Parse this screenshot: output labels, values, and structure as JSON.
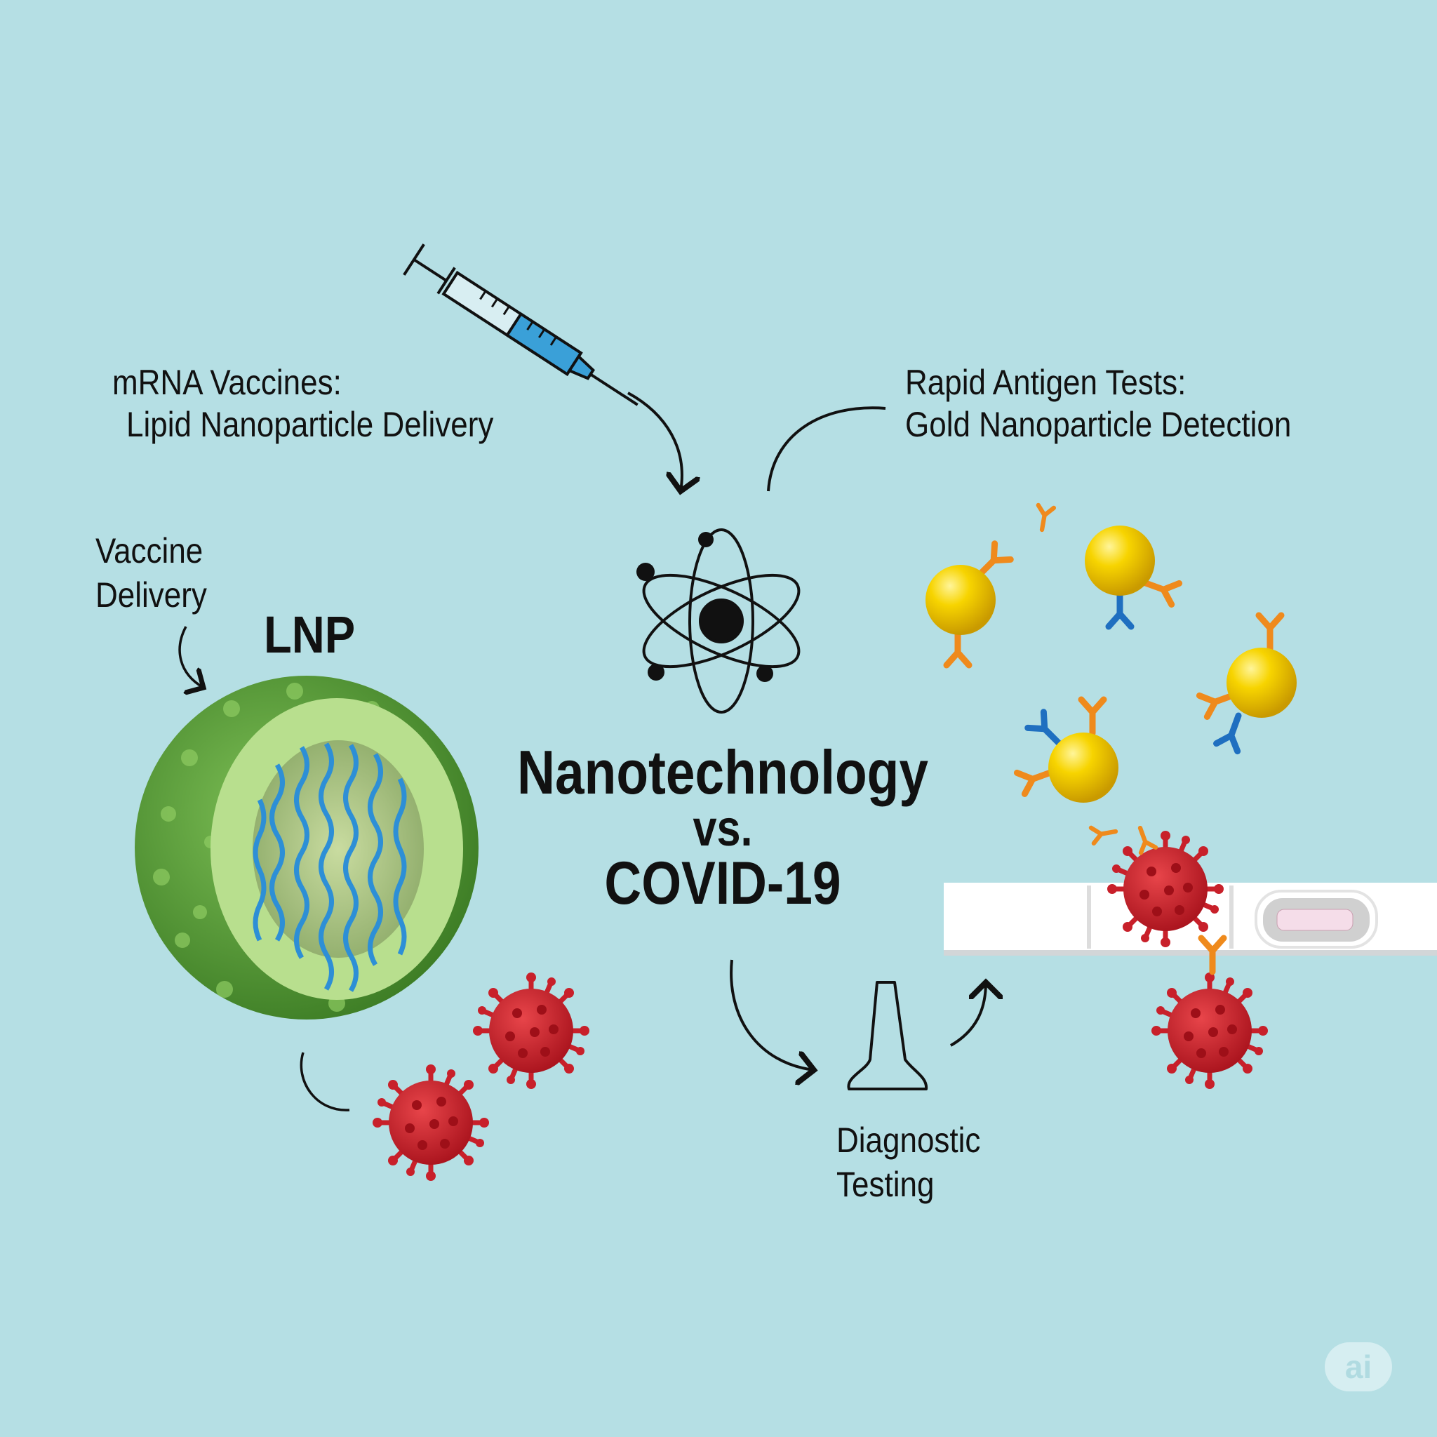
{
  "title": {
    "line1": "Nanotechnology",
    "line2": "vs.",
    "line3": "COVID-19"
  },
  "left_caption": {
    "line1": "mRNA Vaccines:",
    "line2": "Lipid Nanoparticle Delivery"
  },
  "right_caption": {
    "line1": "Rapid Antigen Tests:",
    "line2": "Gold Nanoparticle Detection"
  },
  "vaccine_label": {
    "line1": "Vaccine",
    "line2": "Delivery"
  },
  "lnp_label": "LNP",
  "diagnostic_label": {
    "line1": "Diagnostic",
    "line2": "Testing"
  },
  "watermark": "ai",
  "colors": {
    "background": "#b5dfe4",
    "lnp_green": "#5a9e3a",
    "virus_red": "#c8202a",
    "gold": "#f2c500",
    "antibody_orange": "#ef8a1c",
    "antibody_blue": "#1f6fc0"
  }
}
